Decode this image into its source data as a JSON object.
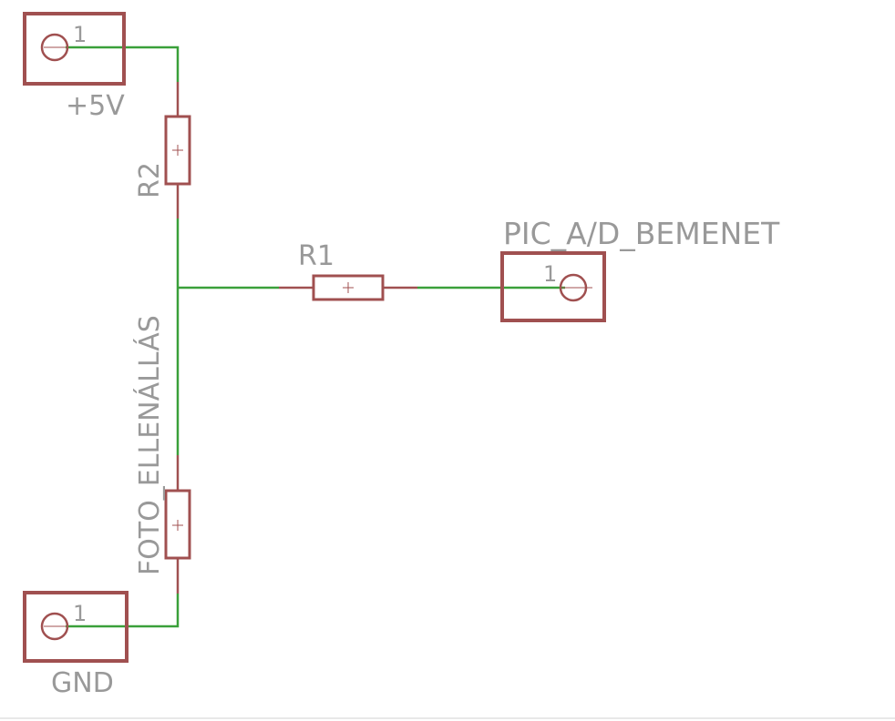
{
  "colors": {
    "background": "#ffffff",
    "component": "#a05050",
    "wire": "#3aa03a",
    "label": "#999999",
    "border": "#e8e8e8"
  },
  "components": {
    "vcc": {
      "name": "+5V",
      "pin": "1"
    },
    "gnd": {
      "name": "GND",
      "pin": "1"
    },
    "pic": {
      "name": "PIC_A/D_BEMENET",
      "pin": "1"
    },
    "r1": {
      "name": "R1"
    },
    "r2": {
      "name": "R2"
    },
    "photo": {
      "name": "FOTO_ELLENÁLLÁS"
    }
  }
}
